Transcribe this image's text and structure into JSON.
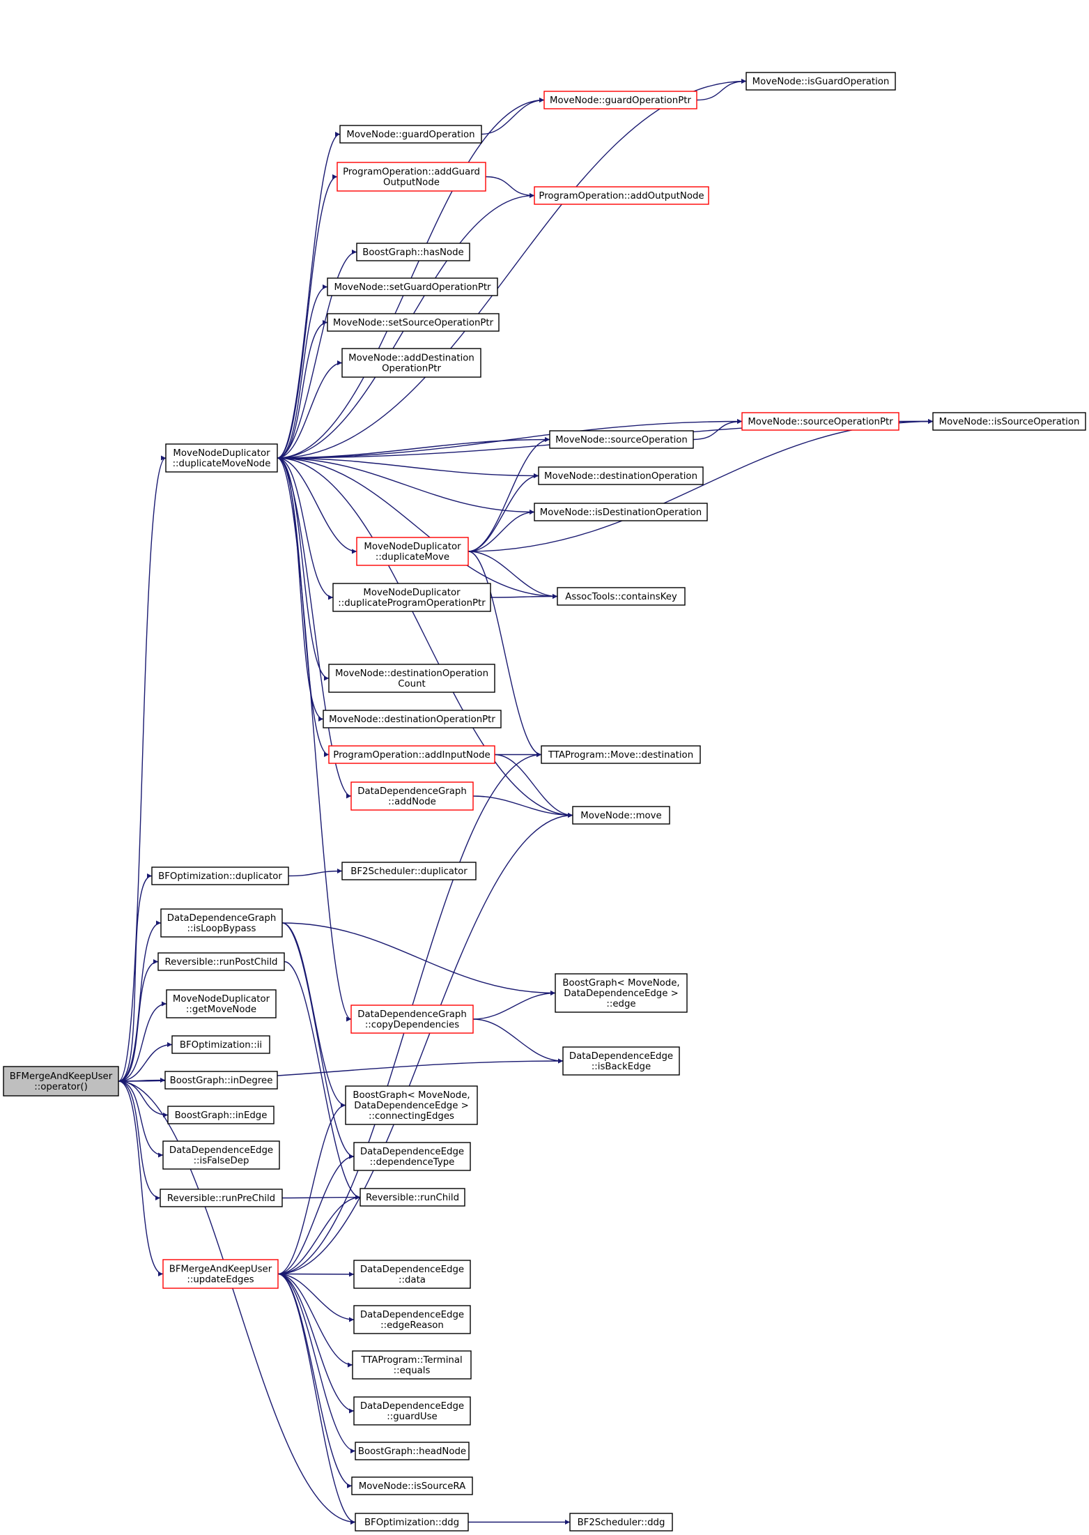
{
  "graph": {
    "nodes": [
      {
        "id": "root",
        "lines": [
          "BFMergeAndKeepUser",
          "::operator()"
        ],
        "style": "root"
      },
      {
        "id": "dup_move_node",
        "lines": [
          "MoveNodeDuplicator",
          "::duplicateMoveNode"
        ],
        "style": "normal"
      },
      {
        "id": "is_guard_op",
        "lines": [
          "MoveNode::isGuardOperation"
        ],
        "style": "normal"
      },
      {
        "id": "guard_op_ptr",
        "lines": [
          "MoveNode::guardOperationPtr"
        ],
        "style": "red"
      },
      {
        "id": "guard_op",
        "lines": [
          "MoveNode::guardOperation"
        ],
        "style": "normal"
      },
      {
        "id": "add_guard_output",
        "lines": [
          "ProgramOperation::addGuard",
          "OutputNode"
        ],
        "style": "red"
      },
      {
        "id": "add_output_node",
        "lines": [
          "ProgramOperation::addOutputNode"
        ],
        "style": "red"
      },
      {
        "id": "has_node",
        "lines": [
          "BoostGraph::hasNode"
        ],
        "style": "normal"
      },
      {
        "id": "set_guard_op_ptr",
        "lines": [
          "MoveNode::setGuardOperationPtr"
        ],
        "style": "normal"
      },
      {
        "id": "set_source_op_ptr",
        "lines": [
          "MoveNode::setSourceOperationPtr"
        ],
        "style": "normal"
      },
      {
        "id": "add_dest_op_ptr",
        "lines": [
          "MoveNode::addDestination",
          "OperationPtr"
        ],
        "style": "normal"
      },
      {
        "id": "source_op_ptr",
        "lines": [
          "MoveNode::sourceOperationPtr"
        ],
        "style": "red"
      },
      {
        "id": "is_source_op",
        "lines": [
          "MoveNode::isSourceOperation"
        ],
        "style": "normal"
      },
      {
        "id": "source_op",
        "lines": [
          "MoveNode::sourceOperation"
        ],
        "style": "normal"
      },
      {
        "id": "dest_op",
        "lines": [
          "MoveNode::destinationOperation"
        ],
        "style": "normal"
      },
      {
        "id": "is_dest_op",
        "lines": [
          "MoveNode::isDestinationOperation"
        ],
        "style": "normal"
      },
      {
        "id": "dup_move",
        "lines": [
          "MoveNodeDuplicator",
          "::duplicateMove"
        ],
        "style": "red"
      },
      {
        "id": "dup_prog_op_ptr",
        "lines": [
          "MoveNodeDuplicator",
          "::duplicateProgramOperationPtr"
        ],
        "style": "normal"
      },
      {
        "id": "contains_key",
        "lines": [
          "AssocTools::containsKey"
        ],
        "style": "normal"
      },
      {
        "id": "dest_op_count",
        "lines": [
          "MoveNode::destinationOperation",
          "Count"
        ],
        "style": "normal"
      },
      {
        "id": "dest_op_ptr",
        "lines": [
          "MoveNode::destinationOperationPtr"
        ],
        "style": "normal"
      },
      {
        "id": "add_input_node",
        "lines": [
          "ProgramOperation::addInputNode"
        ],
        "style": "red"
      },
      {
        "id": "tta_move_dest",
        "lines": [
          "TTAProgram::Move::destination"
        ],
        "style": "normal"
      },
      {
        "id": "ddg_add_node",
        "lines": [
          "DataDependenceGraph",
          "::addNode"
        ],
        "style": "red"
      },
      {
        "id": "mn_move",
        "lines": [
          "MoveNode::move"
        ],
        "style": "normal"
      },
      {
        "id": "bfo_duplicator",
        "lines": [
          "BFOptimization::duplicator"
        ],
        "style": "normal"
      },
      {
        "id": "bf2_duplicator",
        "lines": [
          "BF2Scheduler::duplicator"
        ],
        "style": "normal"
      },
      {
        "id": "is_loop_bypass",
        "lines": [
          "DataDependenceGraph",
          "::isLoopBypass"
        ],
        "style": "normal"
      },
      {
        "id": "run_post_child",
        "lines": [
          "Reversible::runPostChild"
        ],
        "style": "normal"
      },
      {
        "id": "bg_edge",
        "lines": [
          "BoostGraph< MoveNode,",
          "DataDependenceEdge >",
          "::edge"
        ],
        "style": "normal"
      },
      {
        "id": "get_move_node",
        "lines": [
          "MoveNodeDuplicator",
          "::getMoveNode"
        ],
        "style": "normal"
      },
      {
        "id": "copy_deps",
        "lines": [
          "DataDependenceGraph",
          "::copyDependencies"
        ],
        "style": "red"
      },
      {
        "id": "is_back_edge",
        "lines": [
          "DataDependenceEdge",
          "::isBackEdge"
        ],
        "style": "normal"
      },
      {
        "id": "bfo_ii",
        "lines": [
          "BFOptimization::ii"
        ],
        "style": "normal"
      },
      {
        "id": "in_degree",
        "lines": [
          "BoostGraph::inDegree"
        ],
        "style": "normal"
      },
      {
        "id": "in_edge",
        "lines": [
          "BoostGraph::inEdge"
        ],
        "style": "normal"
      },
      {
        "id": "connecting_edges",
        "lines": [
          "BoostGraph< MoveNode,",
          "DataDependenceEdge >",
          "::connectingEdges"
        ],
        "style": "normal"
      },
      {
        "id": "is_false_dep",
        "lines": [
          "DataDependenceEdge",
          "::isFalseDep"
        ],
        "style": "normal"
      },
      {
        "id": "dependence_type",
        "lines": [
          "DataDependenceEdge",
          "::dependenceType"
        ],
        "style": "normal"
      },
      {
        "id": "run_pre_child",
        "lines": [
          "Reversible::runPreChild"
        ],
        "style": "normal"
      },
      {
        "id": "run_child",
        "lines": [
          "Reversible::runChild"
        ],
        "style": "normal"
      },
      {
        "id": "update_edges",
        "lines": [
          "BFMergeAndKeepUser",
          "::updateEdges"
        ],
        "style": "red"
      },
      {
        "id": "dde_data",
        "lines": [
          "DataDependenceEdge",
          "::data"
        ],
        "style": "normal"
      },
      {
        "id": "edge_reason",
        "lines": [
          "DataDependenceEdge",
          "::edgeReason"
        ],
        "style": "normal"
      },
      {
        "id": "terminal_equals",
        "lines": [
          "TTAProgram::Terminal",
          "::equals"
        ],
        "style": "normal"
      },
      {
        "id": "guard_use",
        "lines": [
          "DataDependenceEdge",
          "::guardUse"
        ],
        "style": "normal"
      },
      {
        "id": "head_node",
        "lines": [
          "BoostGraph::headNode"
        ],
        "style": "normal"
      },
      {
        "id": "is_source_ra",
        "lines": [
          "MoveNode::isSourceRA"
        ],
        "style": "normal"
      },
      {
        "id": "bfo_ddg",
        "lines": [
          "BFOptimization::ddg"
        ],
        "style": "normal"
      },
      {
        "id": "bf2_ddg",
        "lines": [
          "BF2Scheduler::ddg"
        ],
        "style": "normal"
      }
    ],
    "edges": [
      [
        "root",
        "dup_move_node"
      ],
      [
        "root",
        "bfo_duplicator"
      ],
      [
        "root",
        "is_loop_bypass"
      ],
      [
        "root",
        "run_post_child"
      ],
      [
        "root",
        "get_move_node"
      ],
      [
        "root",
        "bfo_ii"
      ],
      [
        "root",
        "in_degree"
      ],
      [
        "root",
        "in_edge"
      ],
      [
        "root",
        "is_false_dep"
      ],
      [
        "root",
        "run_pre_child"
      ],
      [
        "root",
        "is_back_edge"
      ],
      [
        "root",
        "update_edges"
      ],
      [
        "root",
        "bfo_ddg"
      ],
      [
        "dup_move_node",
        "is_source_op"
      ],
      [
        "dup_move_node",
        "is_guard_op"
      ],
      [
        "dup_move_node",
        "guard_op_ptr"
      ],
      [
        "dup_move_node",
        "guard_op"
      ],
      [
        "dup_move_node",
        "add_guard_output"
      ],
      [
        "dup_move_node",
        "add_output_node"
      ],
      [
        "dup_move_node",
        "has_node"
      ],
      [
        "dup_move_node",
        "set_guard_op_ptr"
      ],
      [
        "dup_move_node",
        "set_source_op_ptr"
      ],
      [
        "dup_move_node",
        "add_dest_op_ptr"
      ],
      [
        "dup_move_node",
        "source_op_ptr"
      ],
      [
        "dup_move_node",
        "source_op"
      ],
      [
        "dup_move_node",
        "dest_op"
      ],
      [
        "dup_move_node",
        "is_dest_op"
      ],
      [
        "dup_move_node",
        "dup_move"
      ],
      [
        "dup_move_node",
        "dup_prog_op_ptr"
      ],
      [
        "dup_move_node",
        "contains_key"
      ],
      [
        "dup_move_node",
        "dest_op_count"
      ],
      [
        "dup_move_node",
        "dest_op_ptr"
      ],
      [
        "dup_move_node",
        "add_input_node"
      ],
      [
        "dup_move_node",
        "ddg_add_node"
      ],
      [
        "dup_move_node",
        "mn_move"
      ],
      [
        "dup_move_node",
        "copy_deps"
      ],
      [
        "guard_op",
        "guard_op_ptr"
      ],
      [
        "guard_op_ptr",
        "is_guard_op"
      ],
      [
        "add_guard_output",
        "add_output_node"
      ],
      [
        "source_op_ptr",
        "is_source_op"
      ],
      [
        "source_op",
        "source_op_ptr"
      ],
      [
        "dup_move",
        "source_op"
      ],
      [
        "dup_move",
        "dest_op"
      ],
      [
        "dup_move",
        "is_dest_op"
      ],
      [
        "dup_move",
        "is_source_op"
      ],
      [
        "dup_move",
        "contains_key"
      ],
      [
        "dup_move",
        "tta_move_dest"
      ],
      [
        "dup_prog_op_ptr",
        "contains_key"
      ],
      [
        "add_input_node",
        "tta_move_dest"
      ],
      [
        "add_input_node",
        "mn_move"
      ],
      [
        "ddg_add_node",
        "mn_move"
      ],
      [
        "bfo_duplicator",
        "bf2_duplicator"
      ],
      [
        "is_loop_bypass",
        "bg_edge"
      ],
      [
        "is_loop_bypass",
        "connecting_edges"
      ],
      [
        "is_loop_bypass",
        "dependence_type"
      ],
      [
        "run_post_child",
        "run_child"
      ],
      [
        "copy_deps",
        "bg_edge"
      ],
      [
        "copy_deps",
        "is_back_edge"
      ],
      [
        "run_pre_child",
        "run_child"
      ],
      [
        "update_edges",
        "tta_move_dest"
      ],
      [
        "update_edges",
        "mn_move"
      ],
      [
        "update_edges",
        "connecting_edges"
      ],
      [
        "update_edges",
        "dependence_type"
      ],
      [
        "update_edges",
        "run_child"
      ],
      [
        "update_edges",
        "dde_data"
      ],
      [
        "update_edges",
        "edge_reason"
      ],
      [
        "update_edges",
        "terminal_equals"
      ],
      [
        "update_edges",
        "guard_use"
      ],
      [
        "update_edges",
        "head_node"
      ],
      [
        "update_edges",
        "is_source_ra"
      ],
      [
        "update_edges",
        "bfo_ddg"
      ],
      [
        "bfo_ddg",
        "bf2_ddg"
      ]
    ]
  }
}
